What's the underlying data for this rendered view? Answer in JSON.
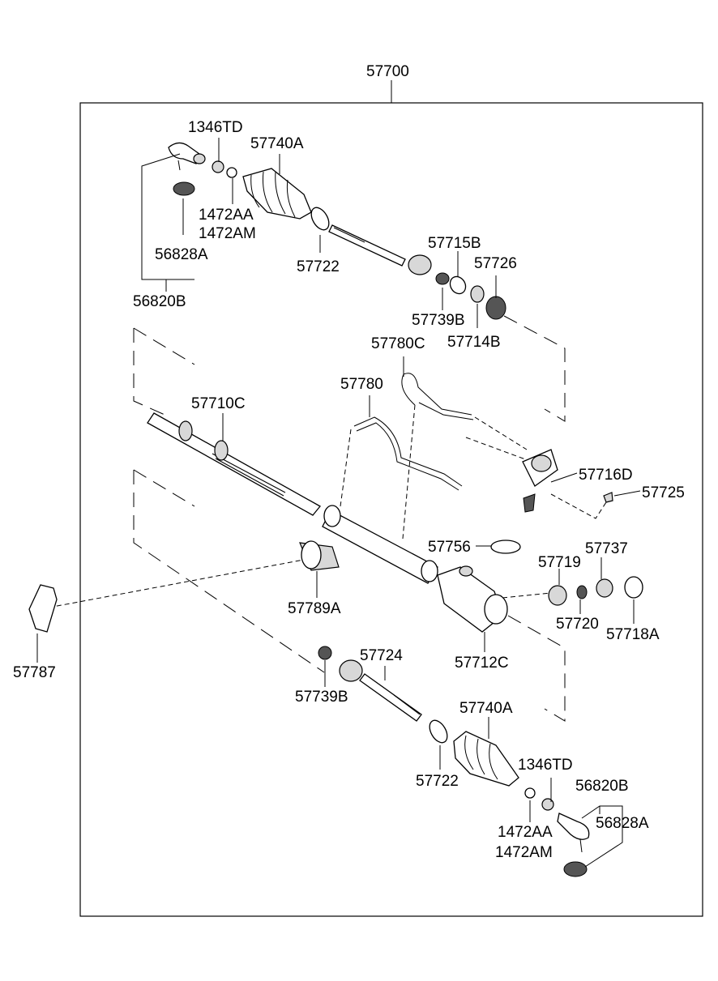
{
  "diagram": {
    "assembly_label": "57700",
    "labels": {
      "l_1346td_top": "1346TD",
      "l_57740a_top": "57740A",
      "l_1472aa_top": "1472AA",
      "l_1472am_top": "1472AM",
      "l_56828a_top": "56828A",
      "l_56820b_top": "56820B",
      "l_57722_top": "57722",
      "l_57715b": "57715B",
      "l_57726": "57726",
      "l_57739b_top": "57739B",
      "l_57714b": "57714B",
      "l_57780c": "57780C",
      "l_57780": "57780",
      "l_57710c": "57710C",
      "l_57716d": "57716D",
      "l_57725": "57725",
      "l_57756": "57756",
      "l_57737": "57737",
      "l_57719": "57719",
      "l_57789a": "57789A",
      "l_57720": "57720",
      "l_57718a": "57718A",
      "l_57787": "57787",
      "l_57712c": "57712C",
      "l_57724": "57724",
      "l_57739b_bot": "57739B",
      "l_57740a_bot": "57740A",
      "l_57722_bot": "57722",
      "l_1346td_bot": "1346TD",
      "l_56820b_bot": "56820B",
      "l_56828a_bot": "56828A",
      "l_1472aa_bot": "1472AA",
      "l_1472am_bot": "1472AM"
    }
  }
}
